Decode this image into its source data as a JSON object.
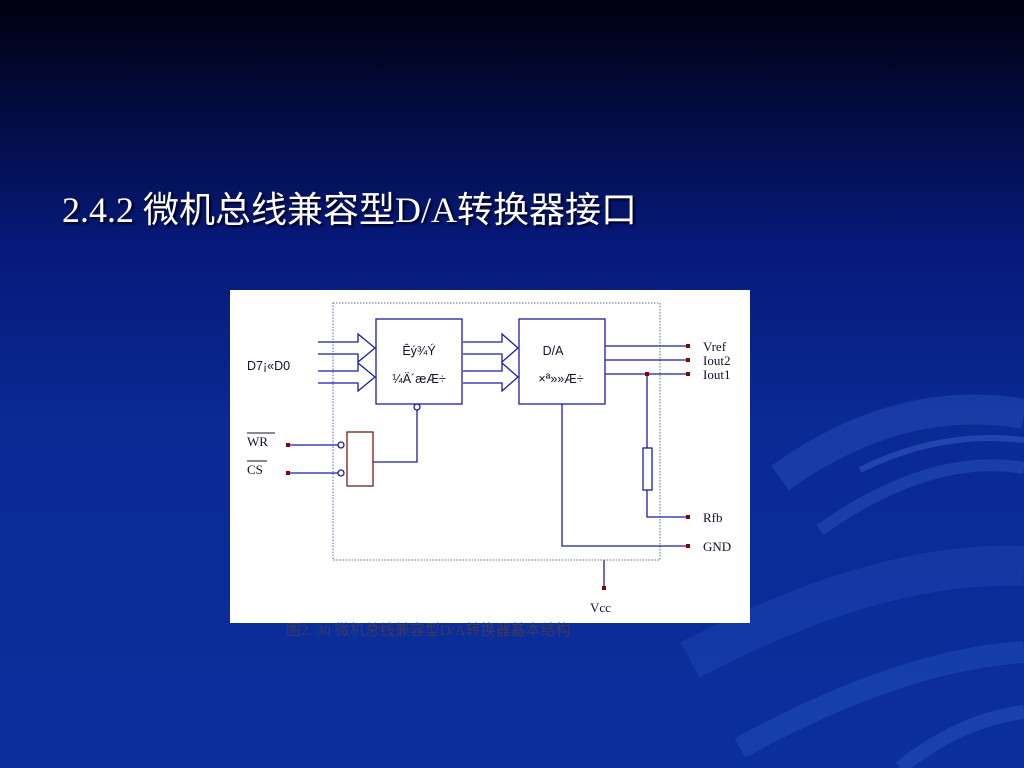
{
  "slide": {
    "title": "2.4.2 微机总线兼容型D/A转换器接口",
    "caption": "图2. 30  微机总线兼容型D/A转换器基本结构"
  },
  "diagram": {
    "data_bus_label": "D7¡«D0",
    "register": {
      "line1": "Êý¾Ý",
      "line2": "¼Ä´æÆ÷"
    },
    "converter": {
      "line1": "D/A",
      "line2": "×ª»»Æ÷"
    },
    "pins": {
      "vref": "Vref",
      "iout2": "Iout2",
      "iout1": "Iout1",
      "rfb": "Rfb",
      "gnd": "GND",
      "vcc": "Vcc",
      "wr": "WR",
      "cs": "CS"
    }
  },
  "colors": {
    "wire": "#1c1ca8",
    "boundary": "#5a68b8",
    "latch": "#7a1a1a",
    "pin_dot": "#8b0000",
    "label": "#101030"
  }
}
